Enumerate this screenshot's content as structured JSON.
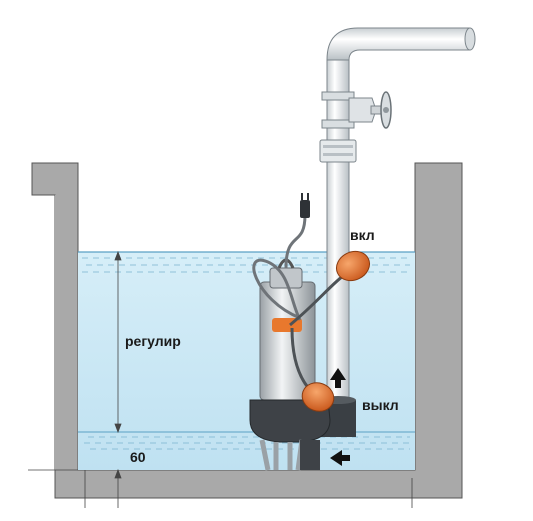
{
  "labels": {
    "float_on": "вкл",
    "float_off": "выкл",
    "adjustable_range": "регулир",
    "min_level": "60"
  },
  "colors": {
    "water": "#c9e7f4",
    "wall": "#a9a9a9",
    "pipe": "#eef2f4",
    "pump_body": "#cfd3d6",
    "pump_base": "#3e4247",
    "float_accent": "#e8782d",
    "cable": "#6f7479"
  },
  "icons": {
    "flow_arrow": "arrow-up-icon",
    "inlet_arrow": "arrow-left-icon",
    "plug": "plug-icon",
    "valve": "valve-wheel-icon"
  }
}
